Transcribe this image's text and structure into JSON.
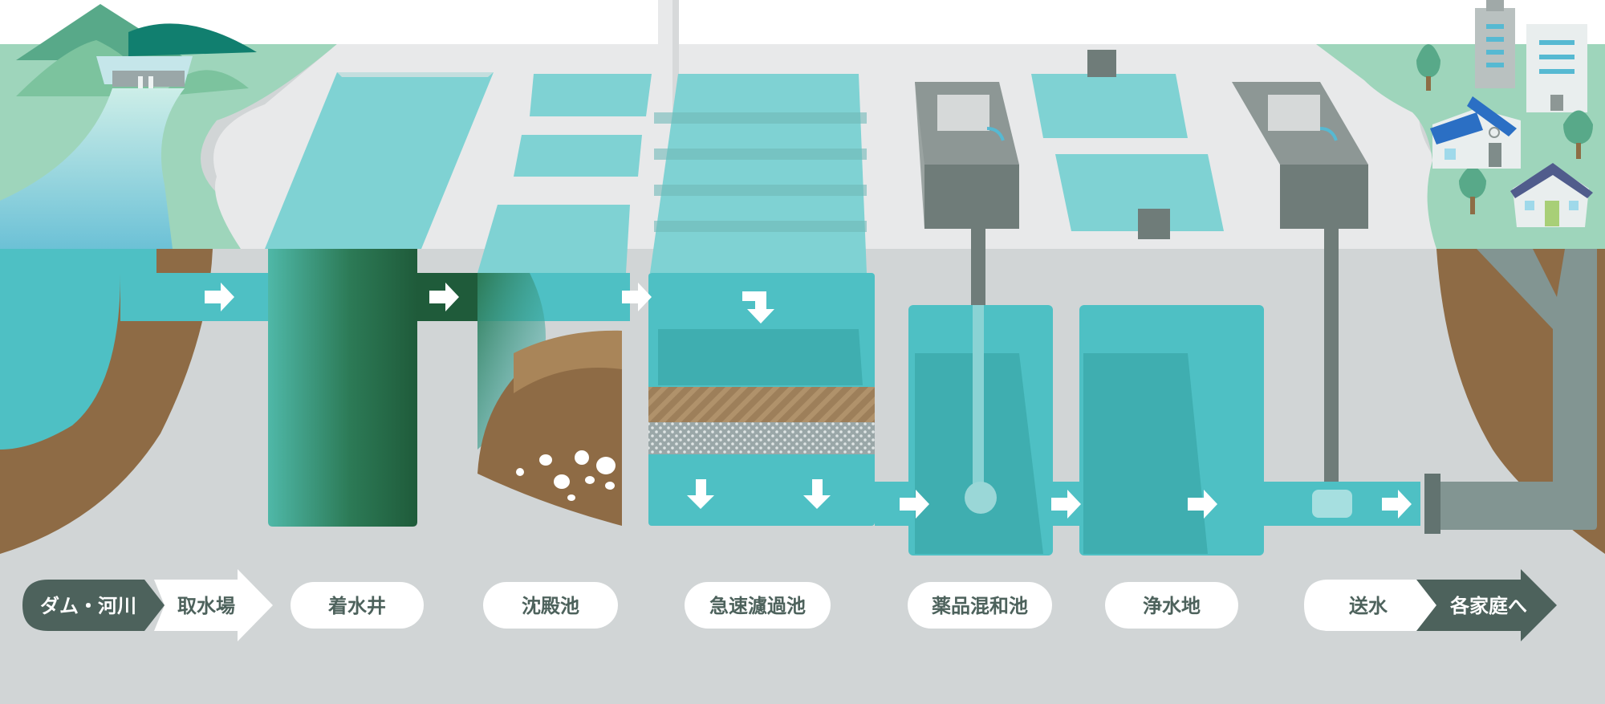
{
  "stages": [
    {
      "id": "intake",
      "source": "ダム・河川",
      "facility": "取水場"
    },
    {
      "id": "receiving-well",
      "label": "着水井"
    },
    {
      "id": "sedimentation-basin",
      "label": "沈殿池"
    },
    {
      "id": "rapid-filter",
      "label": "急速濾過池"
    },
    {
      "id": "chemical-mixing",
      "label": "薬品混和池"
    },
    {
      "id": "clean-water",
      "label": "浄水地"
    },
    {
      "id": "distribution",
      "label": "送水",
      "destination": "各家庭へ"
    }
  ],
  "colors": {
    "water": "#4ec0c4",
    "water_light": "#7fd2d3",
    "ground_slab": "#e8e9ea",
    "base": "#d1d5d6",
    "soil": "#8e6b45",
    "grass": "#9ed5bb",
    "dark_green": "#1f5b3a",
    "badge_dark": "#4d625c",
    "pipe": "#829592",
    "building_gray": "#8d9795",
    "white": "#ffffff"
  }
}
